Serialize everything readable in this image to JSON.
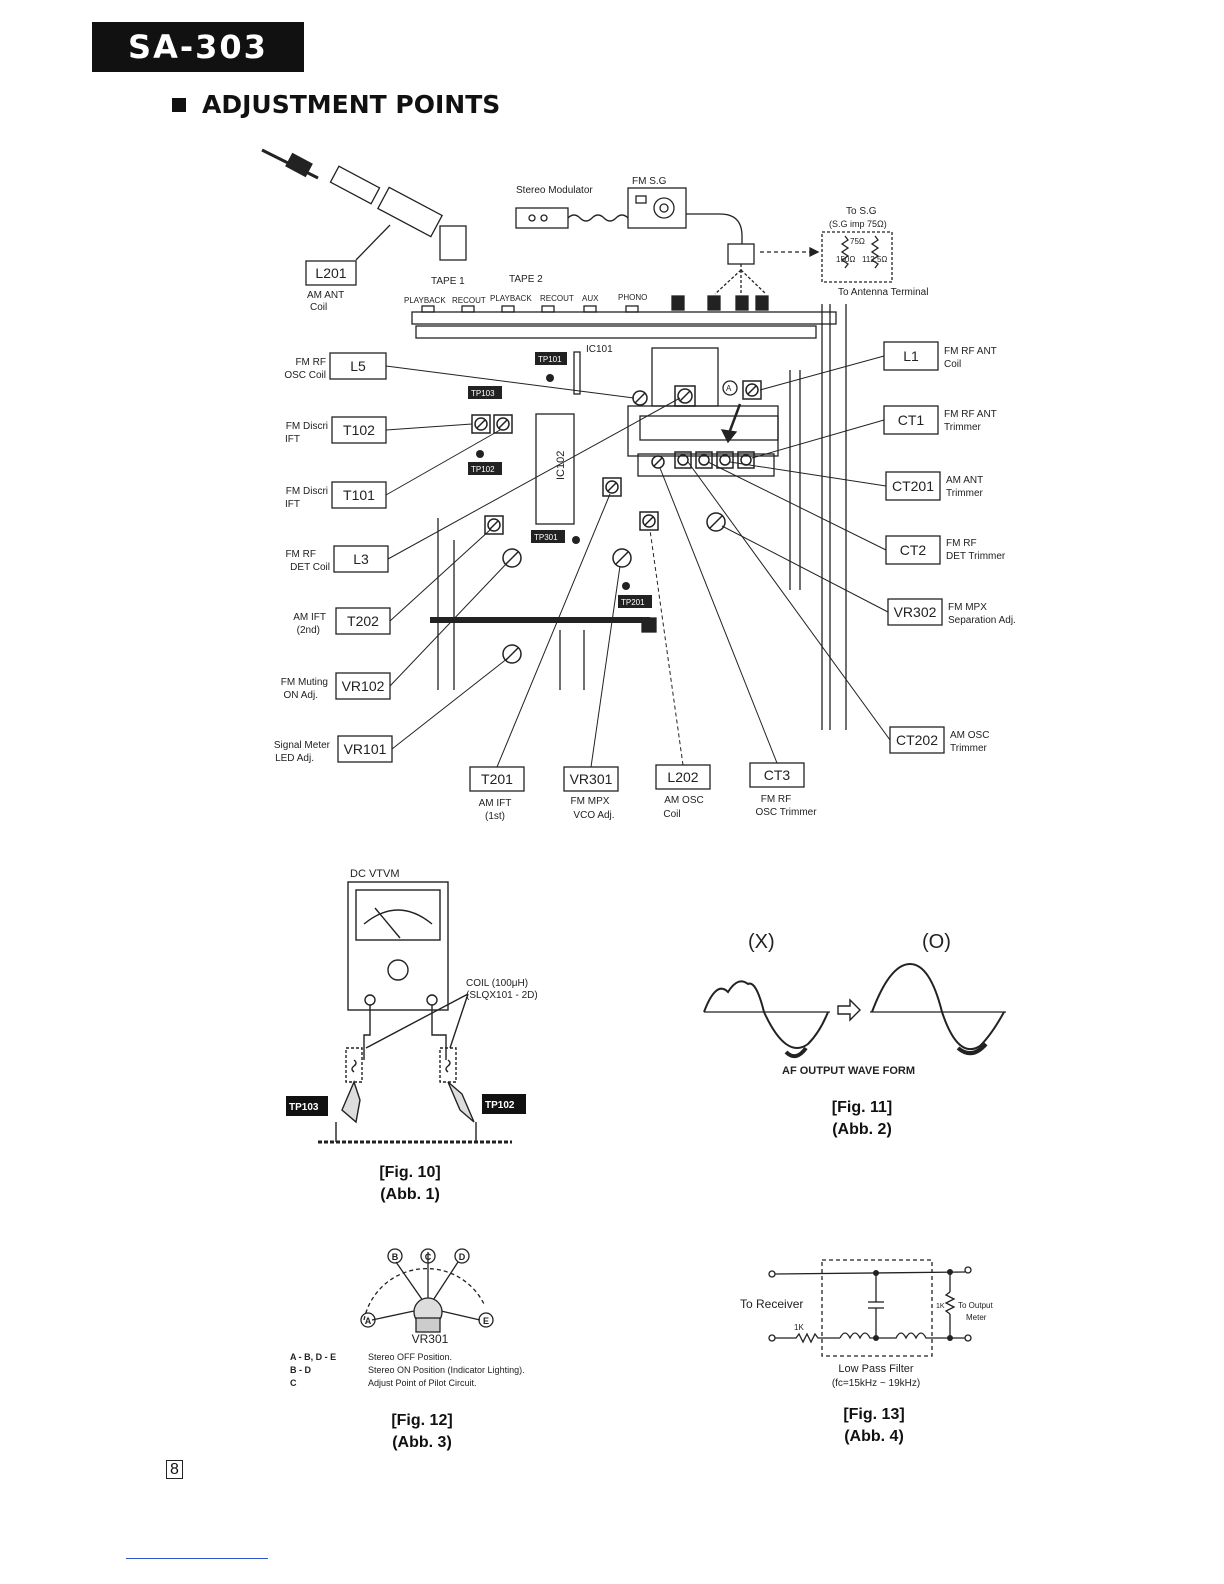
{
  "header": {
    "model": "SA-303",
    "section_title": "ADJUSTMENT POINTS"
  },
  "main_diagram": {
    "equipment": {
      "stereo_modulator": "Stereo Modulator",
      "fm_sg": "FM S.G",
      "to_sg": "To S.G",
      "sg_imp": "(S.G imp 75Ω)",
      "r_75": "75Ω",
      "r_150": "150Ω",
      "r_112": "112.5Ω",
      "to_antenna": "To Antenna Terminal"
    },
    "inputs": {
      "tape1": "TAPE 1",
      "tape2": "TAPE 2",
      "playback1": "PLAYBACK",
      "recout1": "RECOUT",
      "playback2": "PLAYBACK",
      "recout2": "RECOUT",
      "aux": "AUX",
      "phono": "PHONO"
    },
    "board_labels": {
      "ic101": "IC101",
      "ic102": "IC102",
      "tp101": "TP101",
      "tp102": "TP102",
      "tp103": "TP103",
      "tp201": "TP201",
      "tp301": "TP301",
      "a_mark": "A"
    },
    "callouts": {
      "l201": {
        "code": "L201",
        "desc1": "AM ANT",
        "desc2": "Coil"
      },
      "l5": {
        "code": "L5",
        "desc1": "FM RF",
        "desc2": "OSC Coil"
      },
      "t102": {
        "code": "T102",
        "desc1": "FM Discri",
        "desc2": "IFT"
      },
      "t101": {
        "code": "T101",
        "desc1": "FM Discri",
        "desc2": "IFT"
      },
      "l3": {
        "code": "L3",
        "desc1": "FM RF",
        "desc2": "DET Coil"
      },
      "t202": {
        "code": "T202",
        "desc1": "AM IFT",
        "desc2": "(2nd)"
      },
      "vr102": {
        "code": "VR102",
        "desc1": "FM Muting",
        "desc2": "ON Adj."
      },
      "vr101": {
        "code": "VR101",
        "desc1": "Signal Meter",
        "desc2": "LED Adj."
      },
      "l1": {
        "code": "L1",
        "desc1": "FM RF ANT",
        "desc2": "Coil"
      },
      "ct1": {
        "code": "CT1",
        "desc1": "FM RF ANT",
        "desc2": "Trimmer"
      },
      "ct201": {
        "code": "CT201",
        "desc1": "AM ANT",
        "desc2": "Trimmer"
      },
      "ct2": {
        "code": "CT2",
        "desc1": "FM RF",
        "desc2": "DET Trimmer"
      },
      "vr302": {
        "code": "VR302",
        "desc1": "FM MPX",
        "desc2": "Separation Adj."
      },
      "ct202": {
        "code": "CT202",
        "desc1": "AM OSC",
        "desc2": "Trimmer"
      },
      "t201": {
        "code": "T201",
        "desc1": "AM IFT",
        "desc2": "(1st)"
      },
      "vr301": {
        "code": "VR301",
        "desc1": "FM MPX",
        "desc2": "VCO Adj."
      },
      "l202": {
        "code": "L202",
        "desc1": "AM OSC",
        "desc2": "Coil"
      },
      "ct3": {
        "code": "CT3",
        "desc1": "FM RF",
        "desc2": "OSC Trimmer"
      }
    }
  },
  "fig10": {
    "title": "DC VTVM",
    "coil": "COIL (100μH)",
    "coil_part": "(SLQX101 - 2D)",
    "tp103": "TP103",
    "tp102": "TP102",
    "caption": "[Fig. 10]",
    "caption2": "(Abb. 1)"
  },
  "fig11": {
    "bad": "(X)",
    "good": "(O)",
    "label": "AF OUTPUT WAVE FORM",
    "caption": "[Fig. 11]",
    "caption2": "(Abb. 2)"
  },
  "fig12": {
    "positions": [
      "A",
      "B",
      "C",
      "D",
      "E"
    ],
    "part": "VR301",
    "legend": [
      {
        "key": "A - B, D - E",
        "text": "Stereo OFF Position."
      },
      {
        "key": "B - D",
        "text": "Stereo ON Position (Indicator Lighting)."
      },
      {
        "key": "C",
        "text": "Adjust Point of Pilot Circuit."
      }
    ],
    "caption": "[Fig. 12]",
    "caption2": "(Abb. 3)"
  },
  "fig13": {
    "to_receiver": "To Receiver",
    "r1k": "1K",
    "r1k_v": "1K",
    "to_output": "To Output",
    "meter": "Meter",
    "filter": "Low Pass Filter",
    "fc": "(fc=15kHz ~ 19kHz)",
    "caption": "[Fig. 13]",
    "caption2": "(Abb. 4)"
  },
  "footer": {
    "page": "8"
  }
}
